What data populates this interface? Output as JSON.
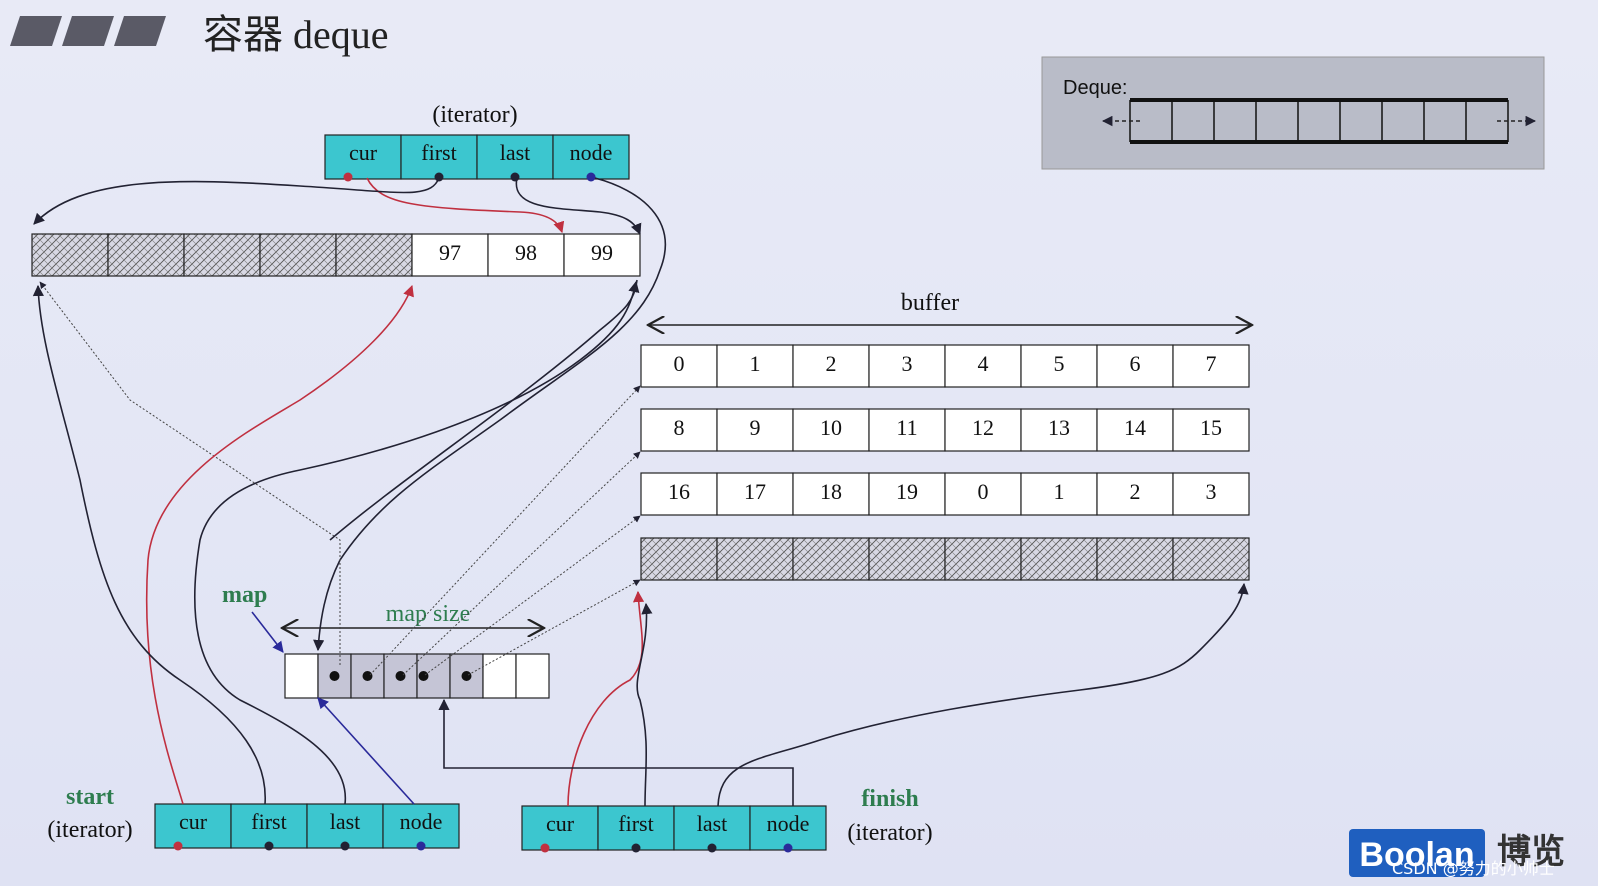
{
  "title": "容器 deque",
  "deque_inset": {
    "label": "Deque:",
    "cell_count": 9
  },
  "top_iterator": {
    "caption": "(iterator)",
    "fields": [
      "cur",
      "first",
      "last",
      "node"
    ]
  },
  "top_buffer": {
    "hatched_count": 5,
    "values": [
      "97",
      "98",
      "99"
    ]
  },
  "buffer_label": "buffer",
  "buffers": [
    [
      "0",
      "1",
      "2",
      "3",
      "4",
      "5",
      "6",
      "7"
    ],
    [
      "8",
      "9",
      "10",
      "11",
      "12",
      "13",
      "14",
      "15"
    ],
    [
      "16",
      "17",
      "18",
      "19",
      "0",
      "1",
      "2",
      "3"
    ]
  ],
  "hatched_buffer_cells": 8,
  "map": {
    "label": "map",
    "size_label": "map  size",
    "slot_count": 8,
    "used_slots": [
      1,
      2,
      3,
      4,
      5
    ],
    "dot_slots": [
      1,
      2,
      3,
      4,
      5
    ]
  },
  "start_iterator": {
    "name": "start",
    "caption": "(iterator)",
    "fields": [
      "cur",
      "first",
      "last",
      "node"
    ]
  },
  "finish_iterator": {
    "name": "finish",
    "caption": "(iterator)",
    "fields": [
      "cur",
      "first",
      "last",
      "node"
    ]
  },
  "logo": {
    "brand": "Boolan",
    "cn": "博览",
    "watermark": "CSDN @努力的小帅士"
  },
  "colors": {
    "iterator_fill": "#3cc6cf",
    "red_pointer": "#c03040",
    "blue_pointer": "#2a2a9a",
    "dark_pointer": "#222233",
    "map_used_fill": "#c5c5d6",
    "logo_blue": "#1f5fbf"
  }
}
